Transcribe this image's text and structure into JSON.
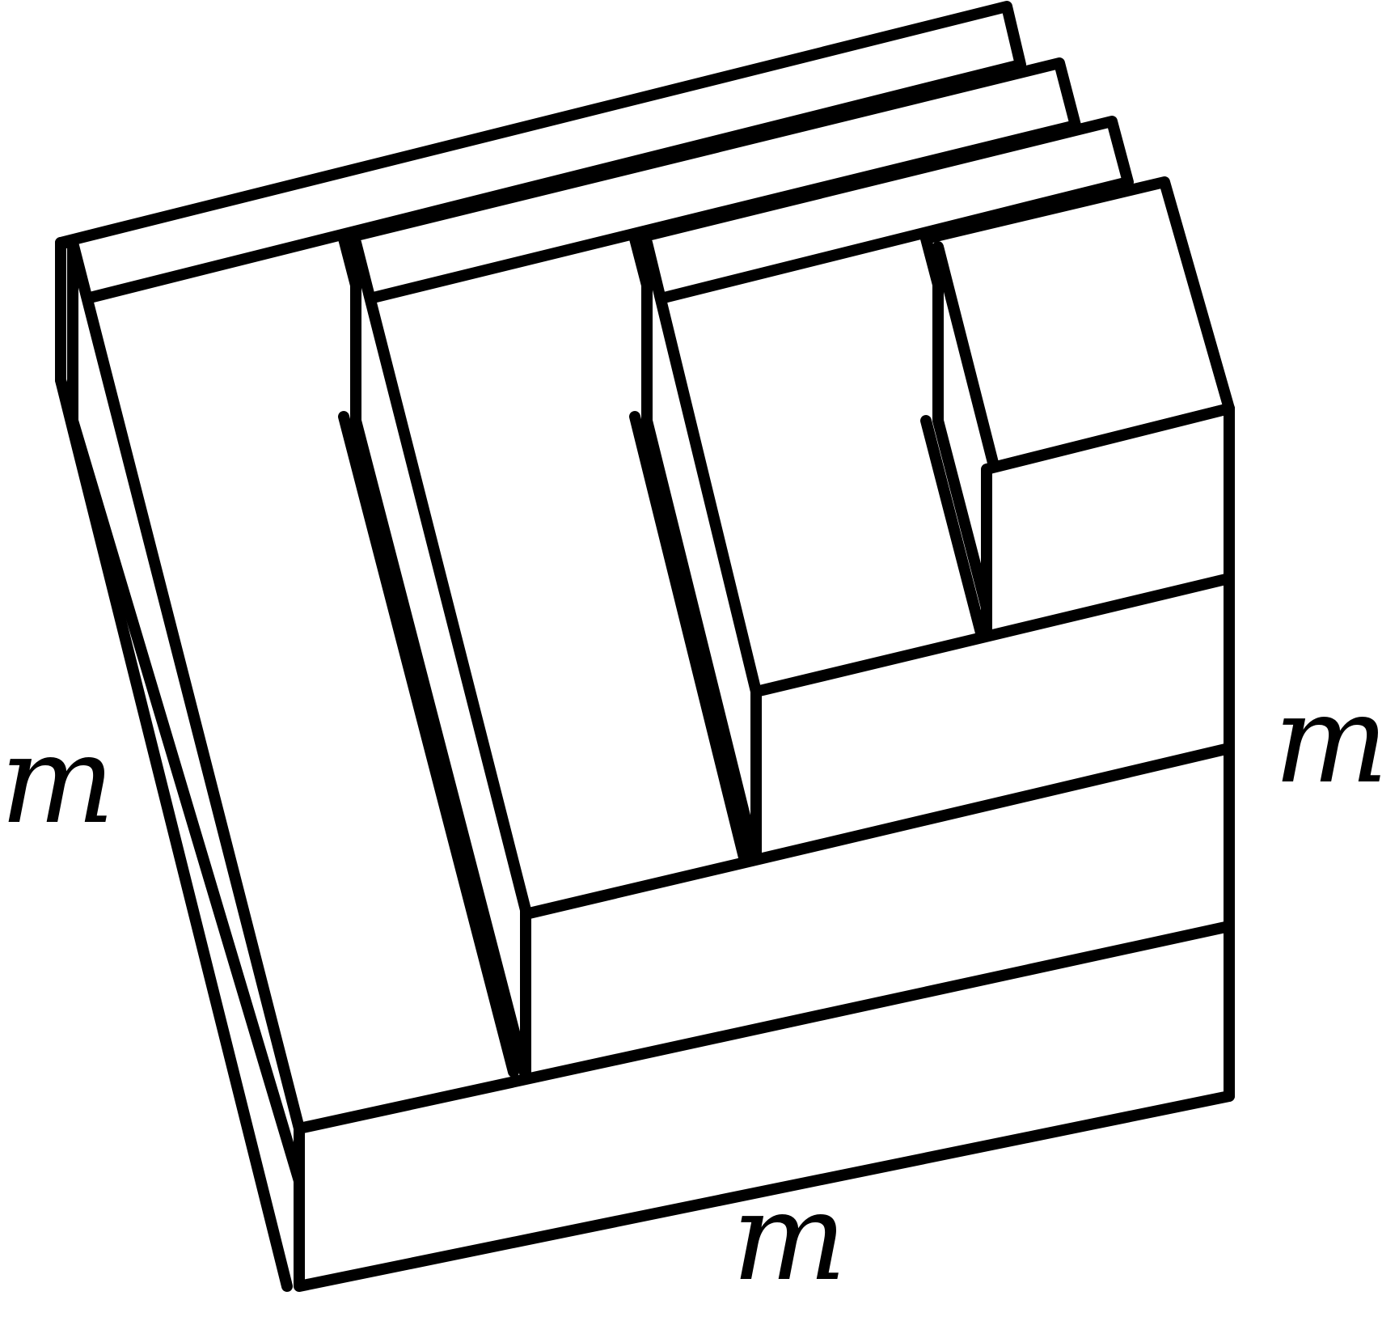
{
  "figure": {
    "labels": {
      "left": "m",
      "right": "m",
      "bottom": "m"
    },
    "colors": {
      "stroke": "#000000",
      "background": "#ffffff"
    }
  }
}
